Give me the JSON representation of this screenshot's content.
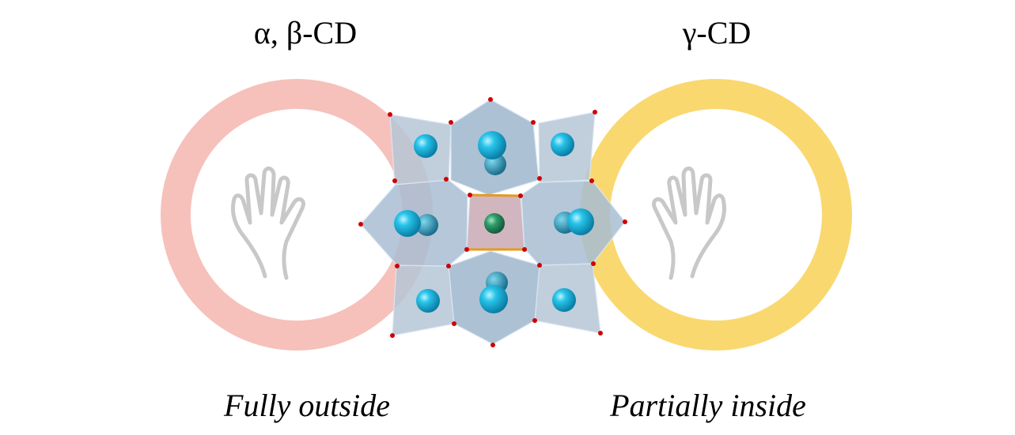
{
  "left": {
    "title": "α, β-CD",
    "caption": "Fully outside",
    "ring_color": "#f6c1bb"
  },
  "right": {
    "title": "γ-CD",
    "caption": "Partially inside",
    "ring_color": "#f9d870"
  },
  "colors": {
    "polyhedra": "#9fb6cc",
    "atom": "#1fb8e0",
    "center_atom": "#2f9a6a",
    "oxygen": "#d00000",
    "hand": "#c8c8c8"
  }
}
